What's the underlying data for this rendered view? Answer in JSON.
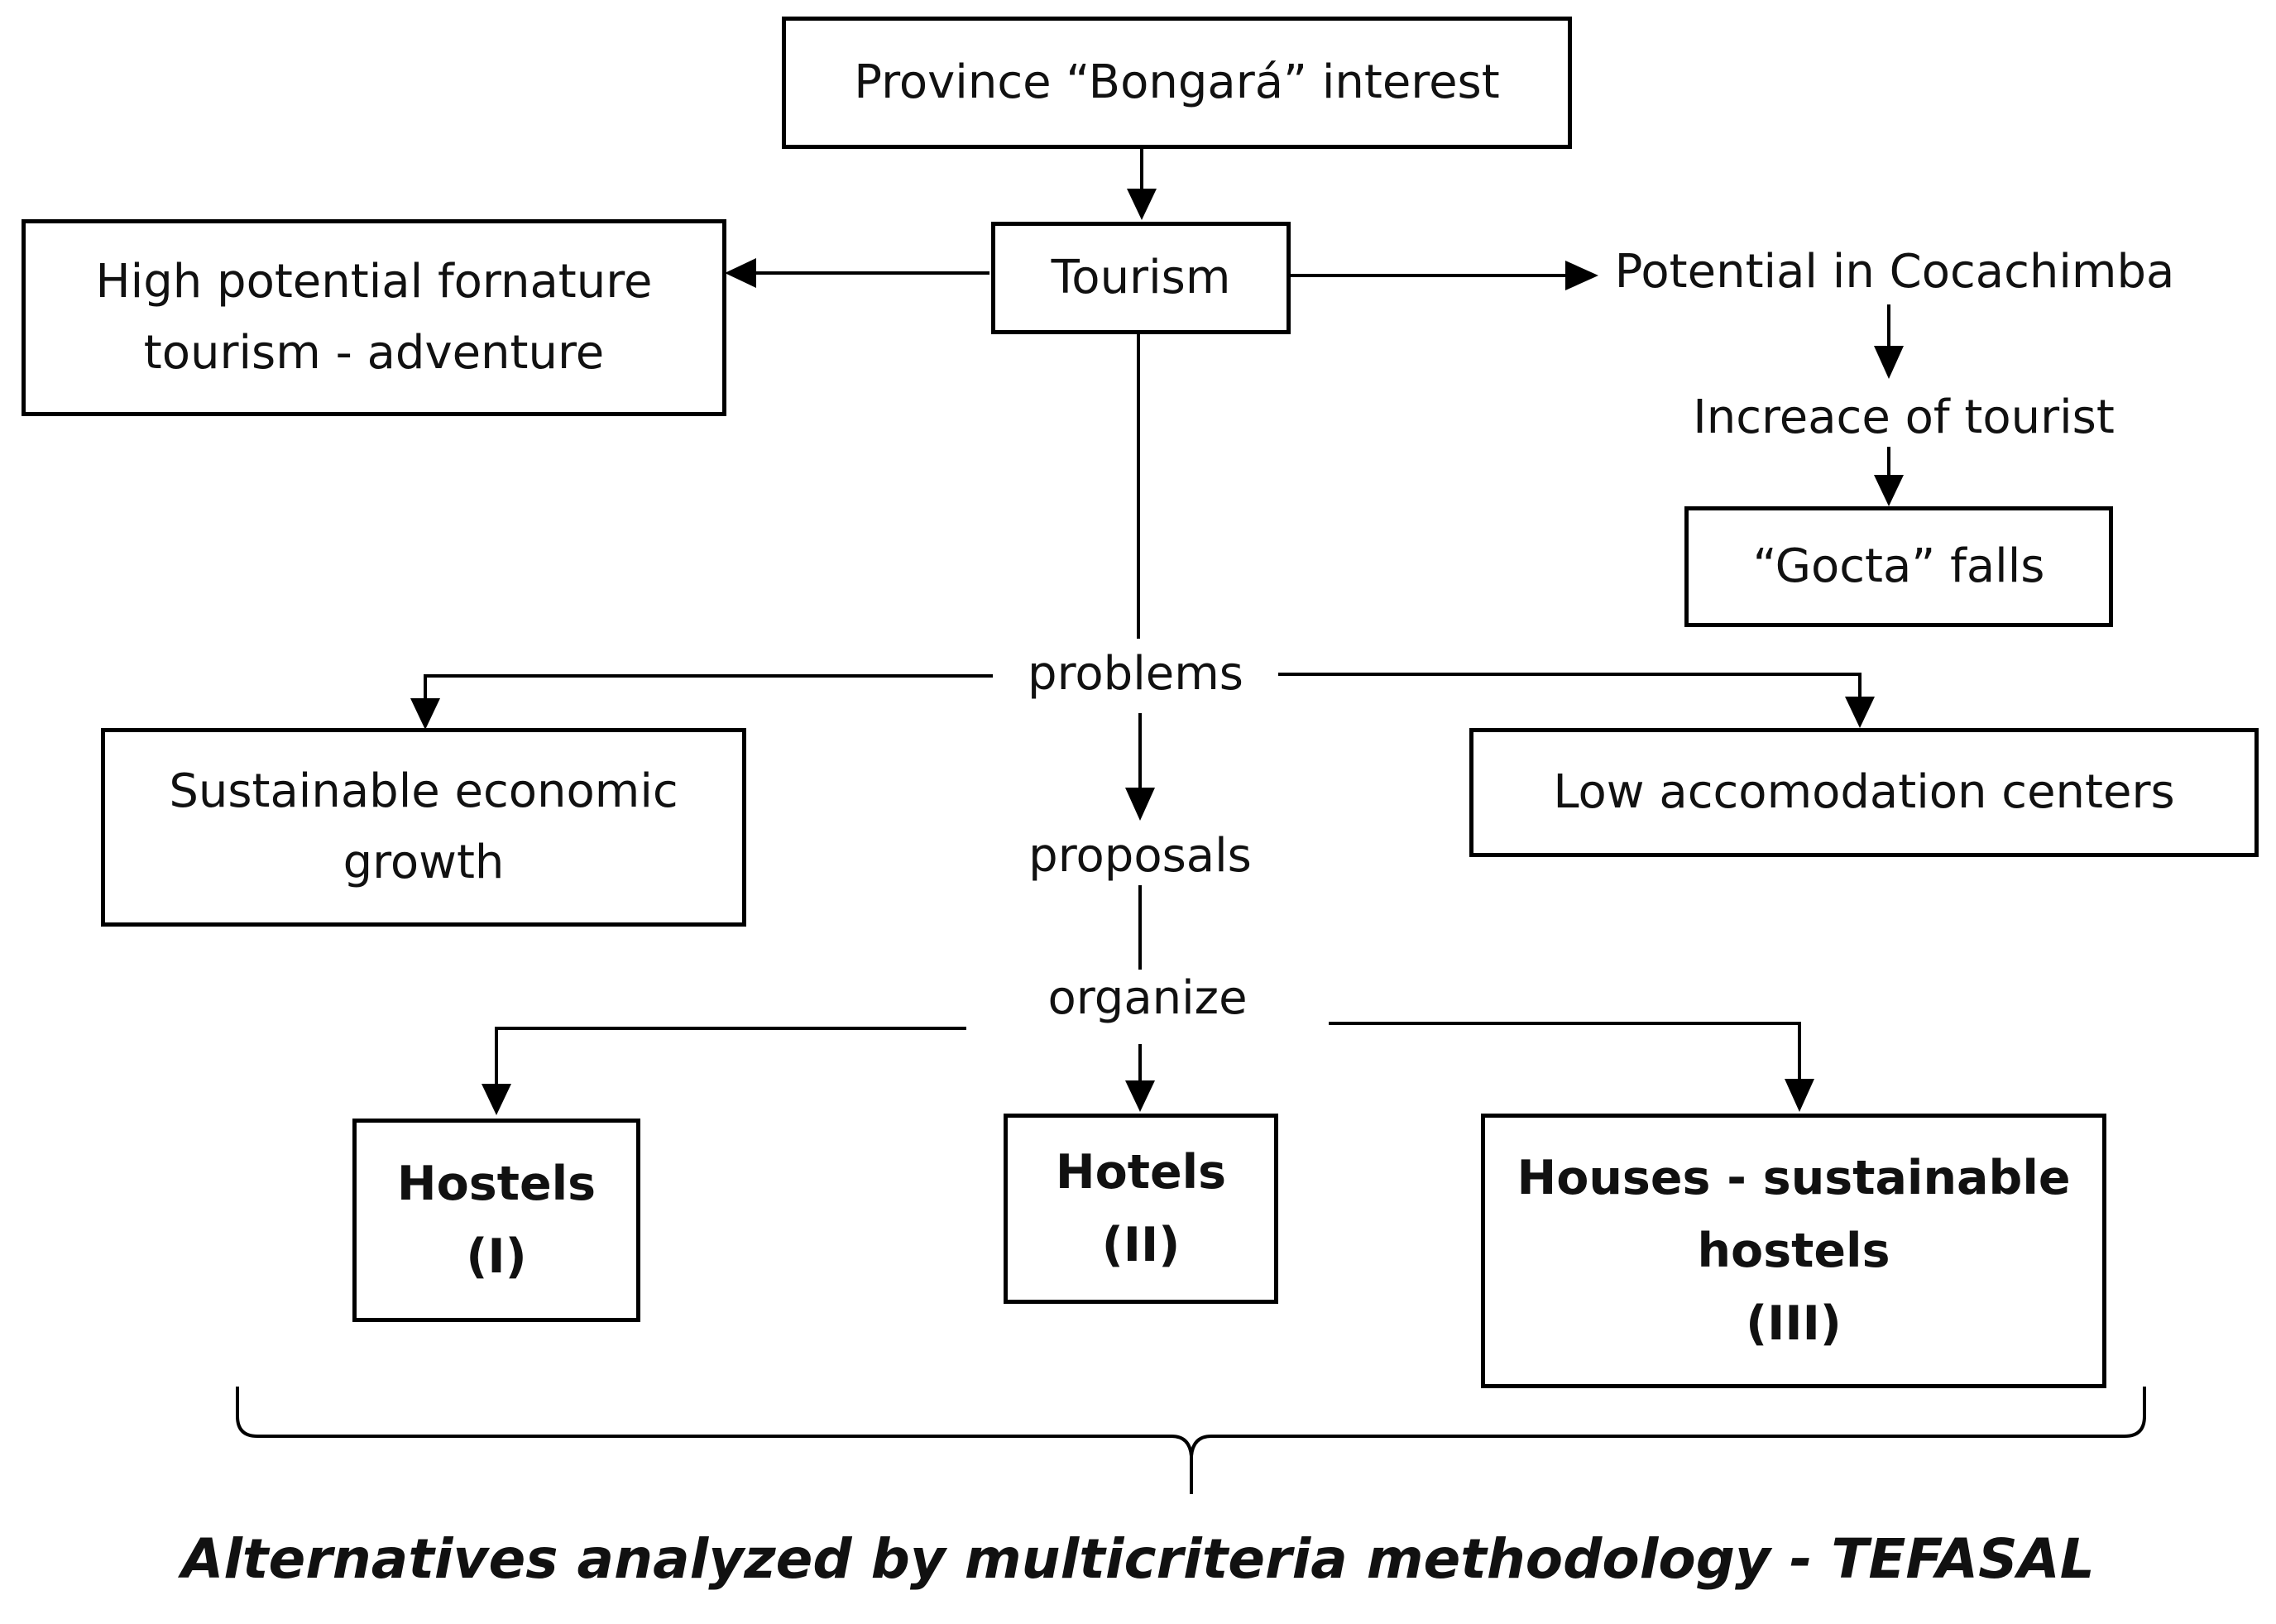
{
  "diagram": {
    "nodes": {
      "province": "Province “Bongará” interest",
      "tourism": "Tourism",
      "adventure": [
        "High potential fornature",
        "tourism - adventure"
      ],
      "potential": "Potential in Cocachimba",
      "increase": "Increace of tourist",
      "gocta": "“Gocta” falls",
      "problems": "problems",
      "sustainable": [
        "Sustainable economic",
        "growth"
      ],
      "accommodation": "Low accomodation centers",
      "proposals": "proposals",
      "organize": "organize",
      "hostels": [
        "Hostels",
        "(I)"
      ],
      "hotels": [
        "Hotels",
        "(II)"
      ],
      "houses": [
        "Houses - sustainable",
        "hostels",
        "(III)"
      ]
    },
    "footer": "Alternatives analyzed by multicriteria methodology - TEFASAL"
  }
}
